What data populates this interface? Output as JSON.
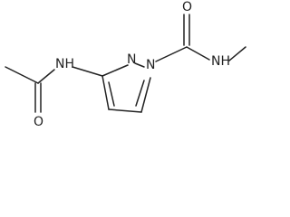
{
  "molecule": {
    "atoms": {
      "o_carbamoyl": "O",
      "nh_methyl": "NH",
      "n1_ring": "N",
      "n2_ring": "N",
      "nh_acetamido": "NH",
      "o_acetyl": "O"
    }
  }
}
